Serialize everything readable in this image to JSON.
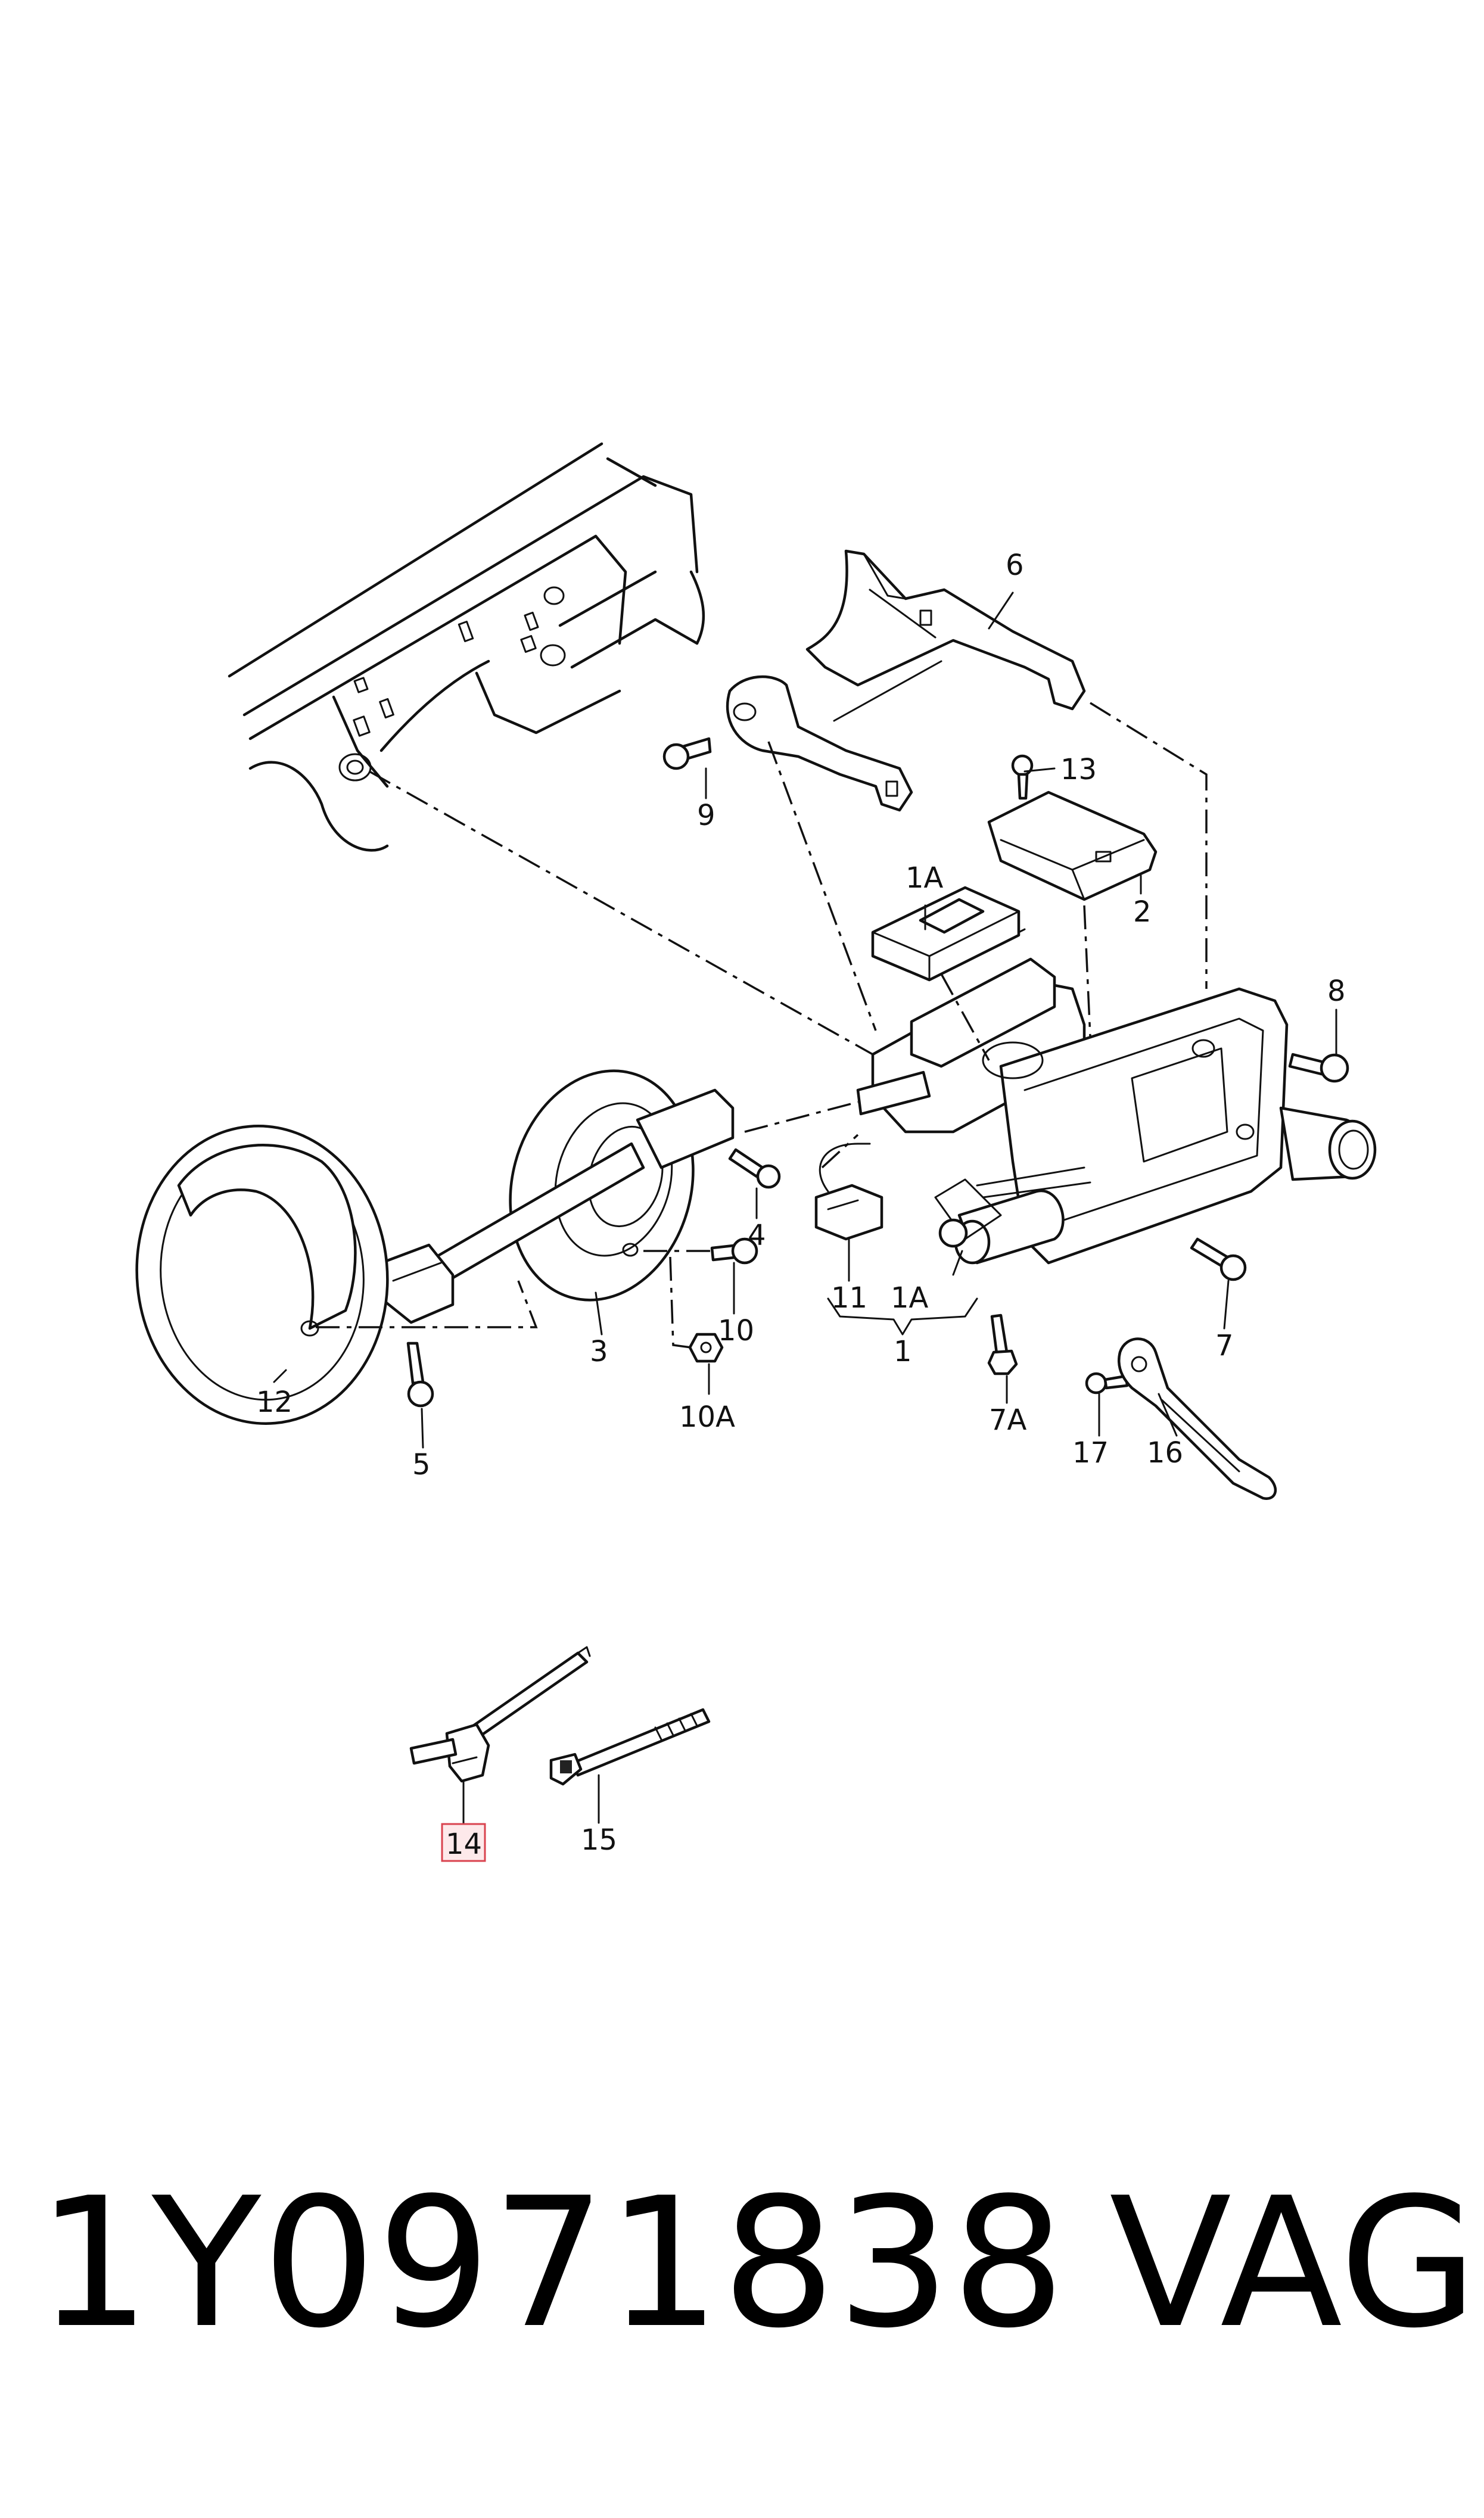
{
  "footer": {
    "part_number": "1Y0971838",
    "brand": "VAG"
  },
  "highlight_color": "#d9434f",
  "callouts": {
    "c1": "1",
    "c1A_top": "1A",
    "c1A_bottom": "1A",
    "c2": "2",
    "c3": "3",
    "c4": "4",
    "c5": "5",
    "c6": "6",
    "c7": "7",
    "c7A": "7A",
    "c8": "8",
    "c9": "9",
    "c10": "10",
    "c10A": "10A",
    "c11": "11",
    "c12": "12",
    "c13": "13",
    "c14": "14",
    "c15": "15",
    "c16": "16",
    "c17": "17"
  },
  "highlighted_callout": "14"
}
